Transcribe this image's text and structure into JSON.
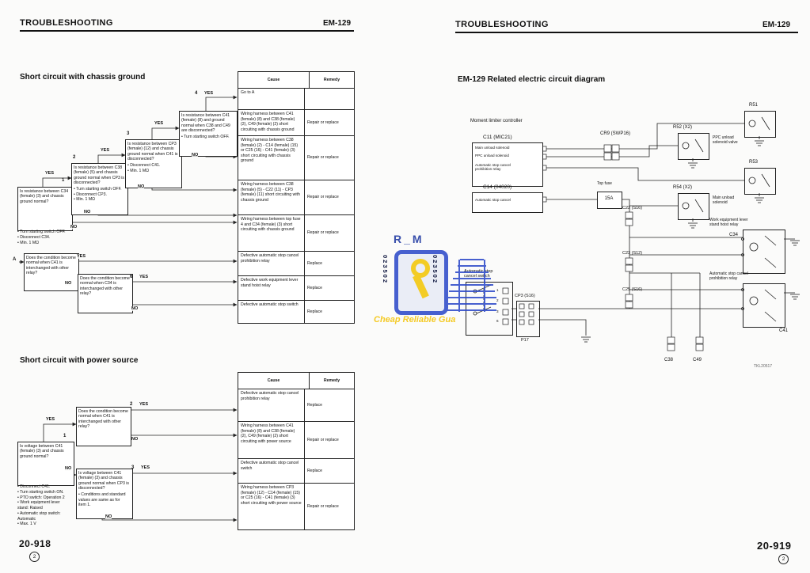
{
  "watermark": {
    "brand": "R_M",
    "tagline": "Cheap Reliable Gua",
    "stamp1": "023502",
    "stamp2": "023502"
  },
  "left": {
    "header": {
      "title": "TROUBLESHOOTING",
      "code": "EM-129"
    },
    "footer": {
      "page": "20-918",
      "note": "2"
    },
    "labels": {
      "yes": "YES",
      "no": "NO",
      "a": "A"
    },
    "section1": {
      "heading": "Short circuit with chassis ground",
      "table": {
        "cause_header": "Cause",
        "remedy_header": "Remedy",
        "rows": [
          {
            "cause": "Go to A",
            "remedy": ""
          },
          {
            "cause": "Wiring harness between C41 (female) (8) and C38 (female) (2), C49 (female) (2) short circuiting with chassis ground",
            "remedy": "Repair or replace"
          },
          {
            "cause": "Wiring harness between C38 (female) (2) - C14 (female) (15) or C25 (16) - C41 (female) (3) short circuiting with chassis ground",
            "remedy": "Repair or replace"
          },
          {
            "cause": "Wiring harness between C38 (female) (5) - C22 (11) - CP3 (female) (11) short circuiting with chassis ground",
            "remedy": "Repair or replace"
          },
          {
            "cause": "Wiring harness between top fuse 4 and C34 (female) (3) short circuiting with chassis ground",
            "remedy": "Repair or replace"
          },
          {
            "cause": "Defective automatic stop cancel prohibition relay",
            "remedy": "Replace"
          },
          {
            "cause": "Defective work equipment lever stand hoist relay",
            "remedy": "Replace"
          },
          {
            "cause": "Defective automatic stop switch",
            "remedy": "Replace"
          }
        ]
      },
      "boxes": [
        {
          "num": "1",
          "q": "Is resistance between C34 (female) (3) and chassis ground normal?",
          "notes": "• Turn starting switch OFF.\n• Disconnect C34.\n• Min. 1 MΩ"
        },
        {
          "num": "2",
          "q": "Is resistance between C38 (female) (5) and chassis ground normal when CP3 is disconnected?",
          "notes": "• Turn starting switch OFF.\n• Disconnect CP3.\n• Min. 1 MΩ"
        },
        {
          "num": "3",
          "q": "Is resistance between CP3 (female) (12) and chassis ground normal when C41 is disconnected?",
          "notes": "• Disconnect C41.\n• Min. 1 MΩ"
        },
        {
          "num": "4",
          "q": "Is resistance between C41 (female) (8) and ground normal when C38 and C49 are disconnected?",
          "notes": "• Turn starting switch OFF."
        },
        {
          "num": "A",
          "q": "Does the condition become normal when C41 is interchanged with other relay?",
          "notes": ""
        },
        {
          "num": "6",
          "q": "Does the condition become normal when C34 is interchanged with other relay?",
          "notes": ""
        }
      ]
    },
    "section2": {
      "heading": "Short circuit with power source",
      "table": {
        "cause_header": "Cause",
        "remedy_header": "Remedy",
        "rows": [
          {
            "cause": "Defective automatic stop cancel prohibition relay",
            "remedy": "Replace"
          },
          {
            "cause": "Wiring harness between C41 (female) (8) and C38 (female) (2), C49 (female) (2) short circuiting with power source",
            "remedy": "Repair or replace"
          },
          {
            "cause": "Defective automatic stop cancel switch",
            "remedy": "Replace"
          },
          {
            "cause": "Wiring harness between CP3 (female) (12) - C14 (female) (15) or C25 (16) - C41 (female) (3) short circuiting with power source",
            "remedy": "Repair or replace"
          }
        ]
      },
      "boxes": [
        {
          "num": "1",
          "q": "Is voltage between C41 (female) (3) and chassis ground normal?",
          "notes": "• Disconnect C41.\n• Turn starting switch ON.\n• PTO switch: Operation 2\n• Work equipment lever\n  stand: Raised\n• Automatic stop switch:\n  Automatic\n• Max. 1 V"
        },
        {
          "num": "2",
          "q": "Does the condition become normal when C41 is interchanged with other relay?",
          "notes": ""
        },
        {
          "num": "3",
          "q": "Is voltage between C41 (female) (3) and chassis ground normal when CP3 is disconnected?",
          "notes": "• Conditions and standard\n  values are same as for\n  item 1."
        }
      ]
    }
  },
  "right": {
    "header": {
      "title": "TROUBLESHOOTING",
      "code": "EM-129"
    },
    "footer": {
      "page": "20-919",
      "note": "2"
    },
    "heading": "EM-129  Related electric circuit diagram",
    "diagram": {
      "controller_label": "Moment limiter controller",
      "c11": {
        "label": "C11 (MIC21)",
        "rows": [
          "Main unload solenoid",
          "PPC unload solenoid",
          "Automatic stop cancel\nprohibition relay"
        ]
      },
      "c14": {
        "label": "C14 (04020)",
        "row": "Automatic stop cancel"
      },
      "cr9": "CR9 (SWP16)",
      "top_fuse": {
        "label": "Top fuse",
        "rating": "15A"
      },
      "r51": "R51",
      "r52": {
        "label": "R52 (X2)",
        "desc": "PPC unload\nsolenoid valve"
      },
      "r53": "R53",
      "r54": {
        "label": "R54 (X2)",
        "desc": "Main unload\nsolenoid"
      },
      "hoist_relay": {
        "desc": "Work equipment lever\nstand hoist relay",
        "conn": "C34"
      },
      "prohibition_relay": {
        "desc": "Automatic stop cancel\nprohibition relay",
        "conn": "C41"
      },
      "c22": "C22 (S16)",
      "c23": "C23 (S12)",
      "c25": "C25 (S16)",
      "stop_switch": {
        "label": "Automatic stop\ncancel switch",
        "pins": [
          "1",
          "2",
          "3",
          "6"
        ]
      },
      "cp3": {
        "label": "CP3 (S16)",
        "sub": "P17"
      },
      "c38": "C38",
      "c49": "C49",
      "ref": "TKL20517"
    }
  }
}
